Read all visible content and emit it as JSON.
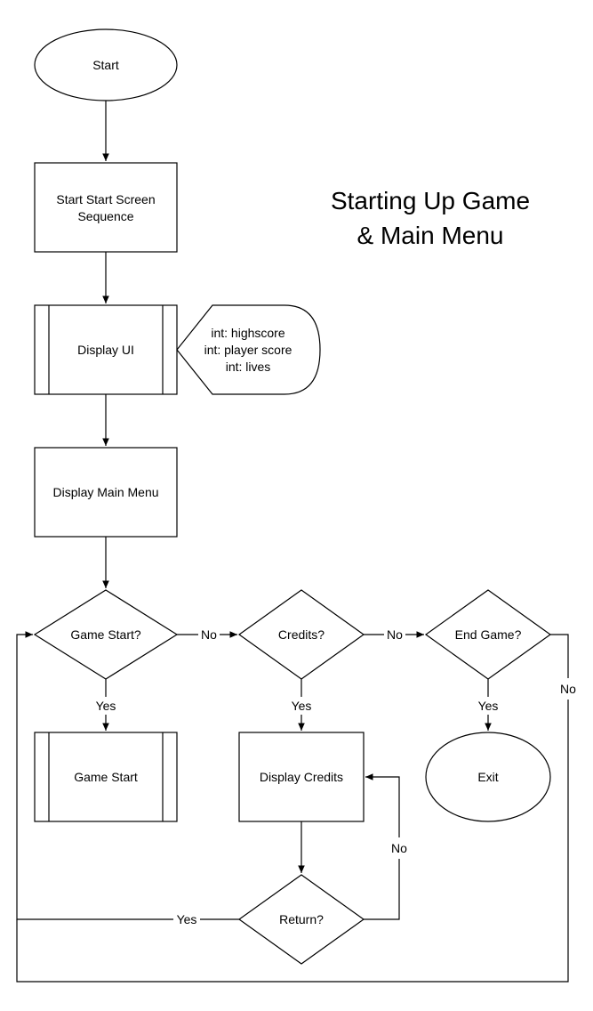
{
  "title": {
    "line1": "Starting Up Game",
    "line2": "& Main Menu"
  },
  "nodes": {
    "start": "Start",
    "start_screen_line1": "Start Start Screen",
    "start_screen_line2": "Sequence",
    "display_ui": "Display UI",
    "ui_data_line1": "int: highscore",
    "ui_data_line2": "int: player score",
    "ui_data_line3": "int: lives",
    "display_main_menu": "Display Main Menu",
    "game_start_decision": "Game Start?",
    "credits_decision": "Credits?",
    "end_game_decision": "End Game?",
    "game_start": "Game Start",
    "display_credits": "Display Credits",
    "exit": "Exit",
    "return_decision": "Return?"
  },
  "edges": {
    "game_start_no": "No",
    "credits_no": "No",
    "end_game_no": "No",
    "game_start_yes": "Yes",
    "credits_yes": "Yes",
    "end_game_yes": "Yes",
    "return_no": "No",
    "return_yes": "Yes"
  }
}
